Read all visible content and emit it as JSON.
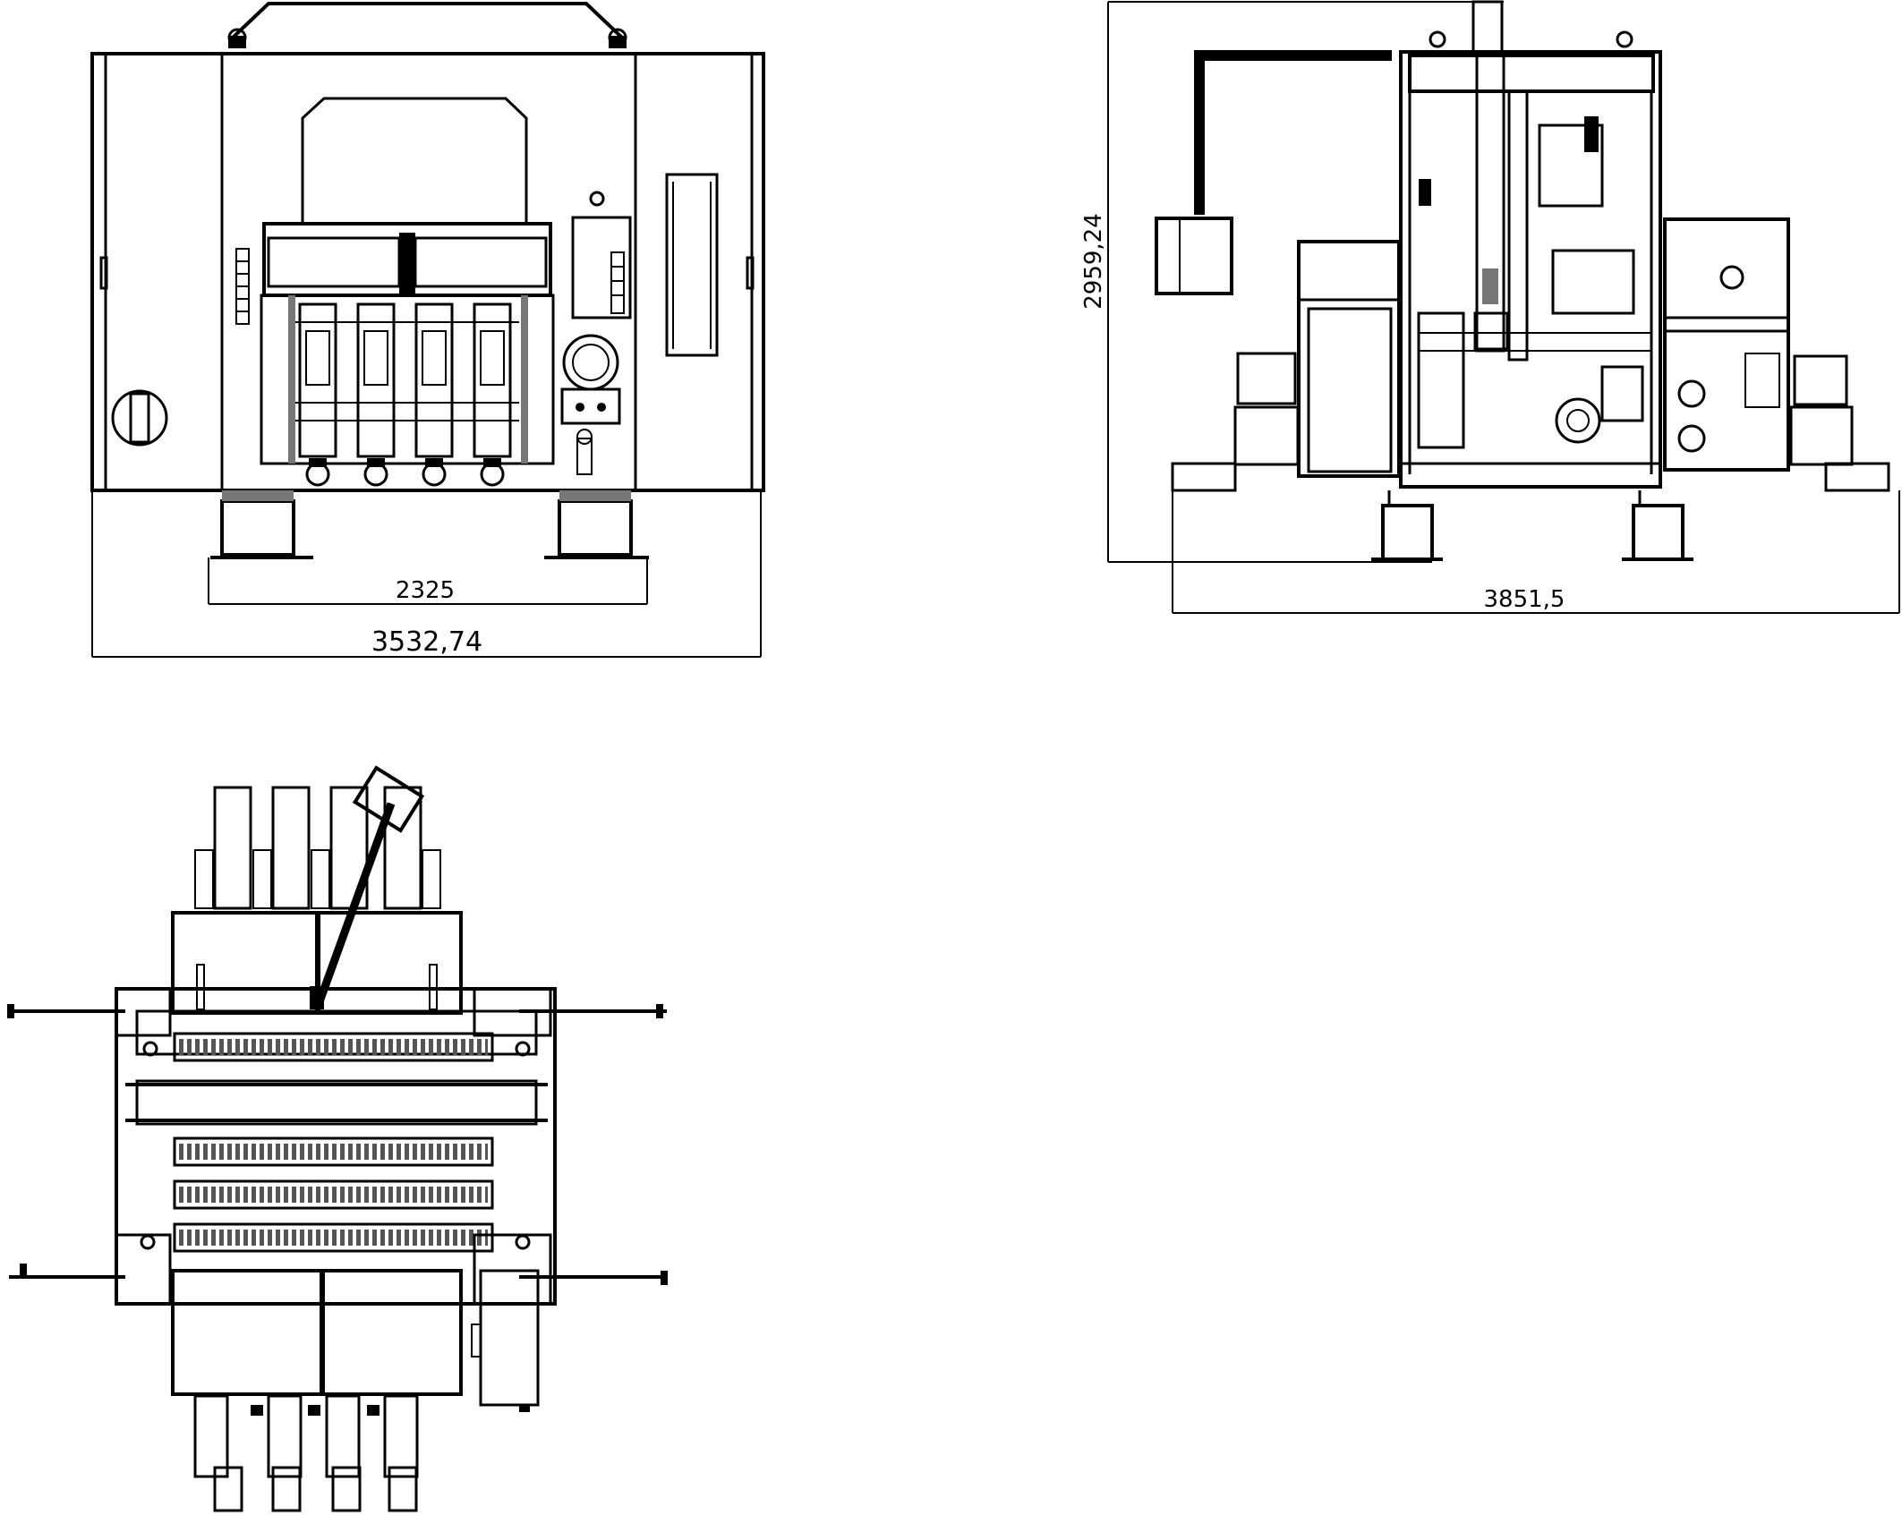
{
  "drawing": {
    "front_view": {
      "dim_inner": "2325",
      "dim_outer": "3532,74"
    },
    "side_view": {
      "dim_height": "2959,24",
      "dim_width": "3851,5"
    },
    "top_view": {}
  },
  "colors": {
    "line": "#000000",
    "mid": "#555555",
    "background": "#ffffff"
  }
}
